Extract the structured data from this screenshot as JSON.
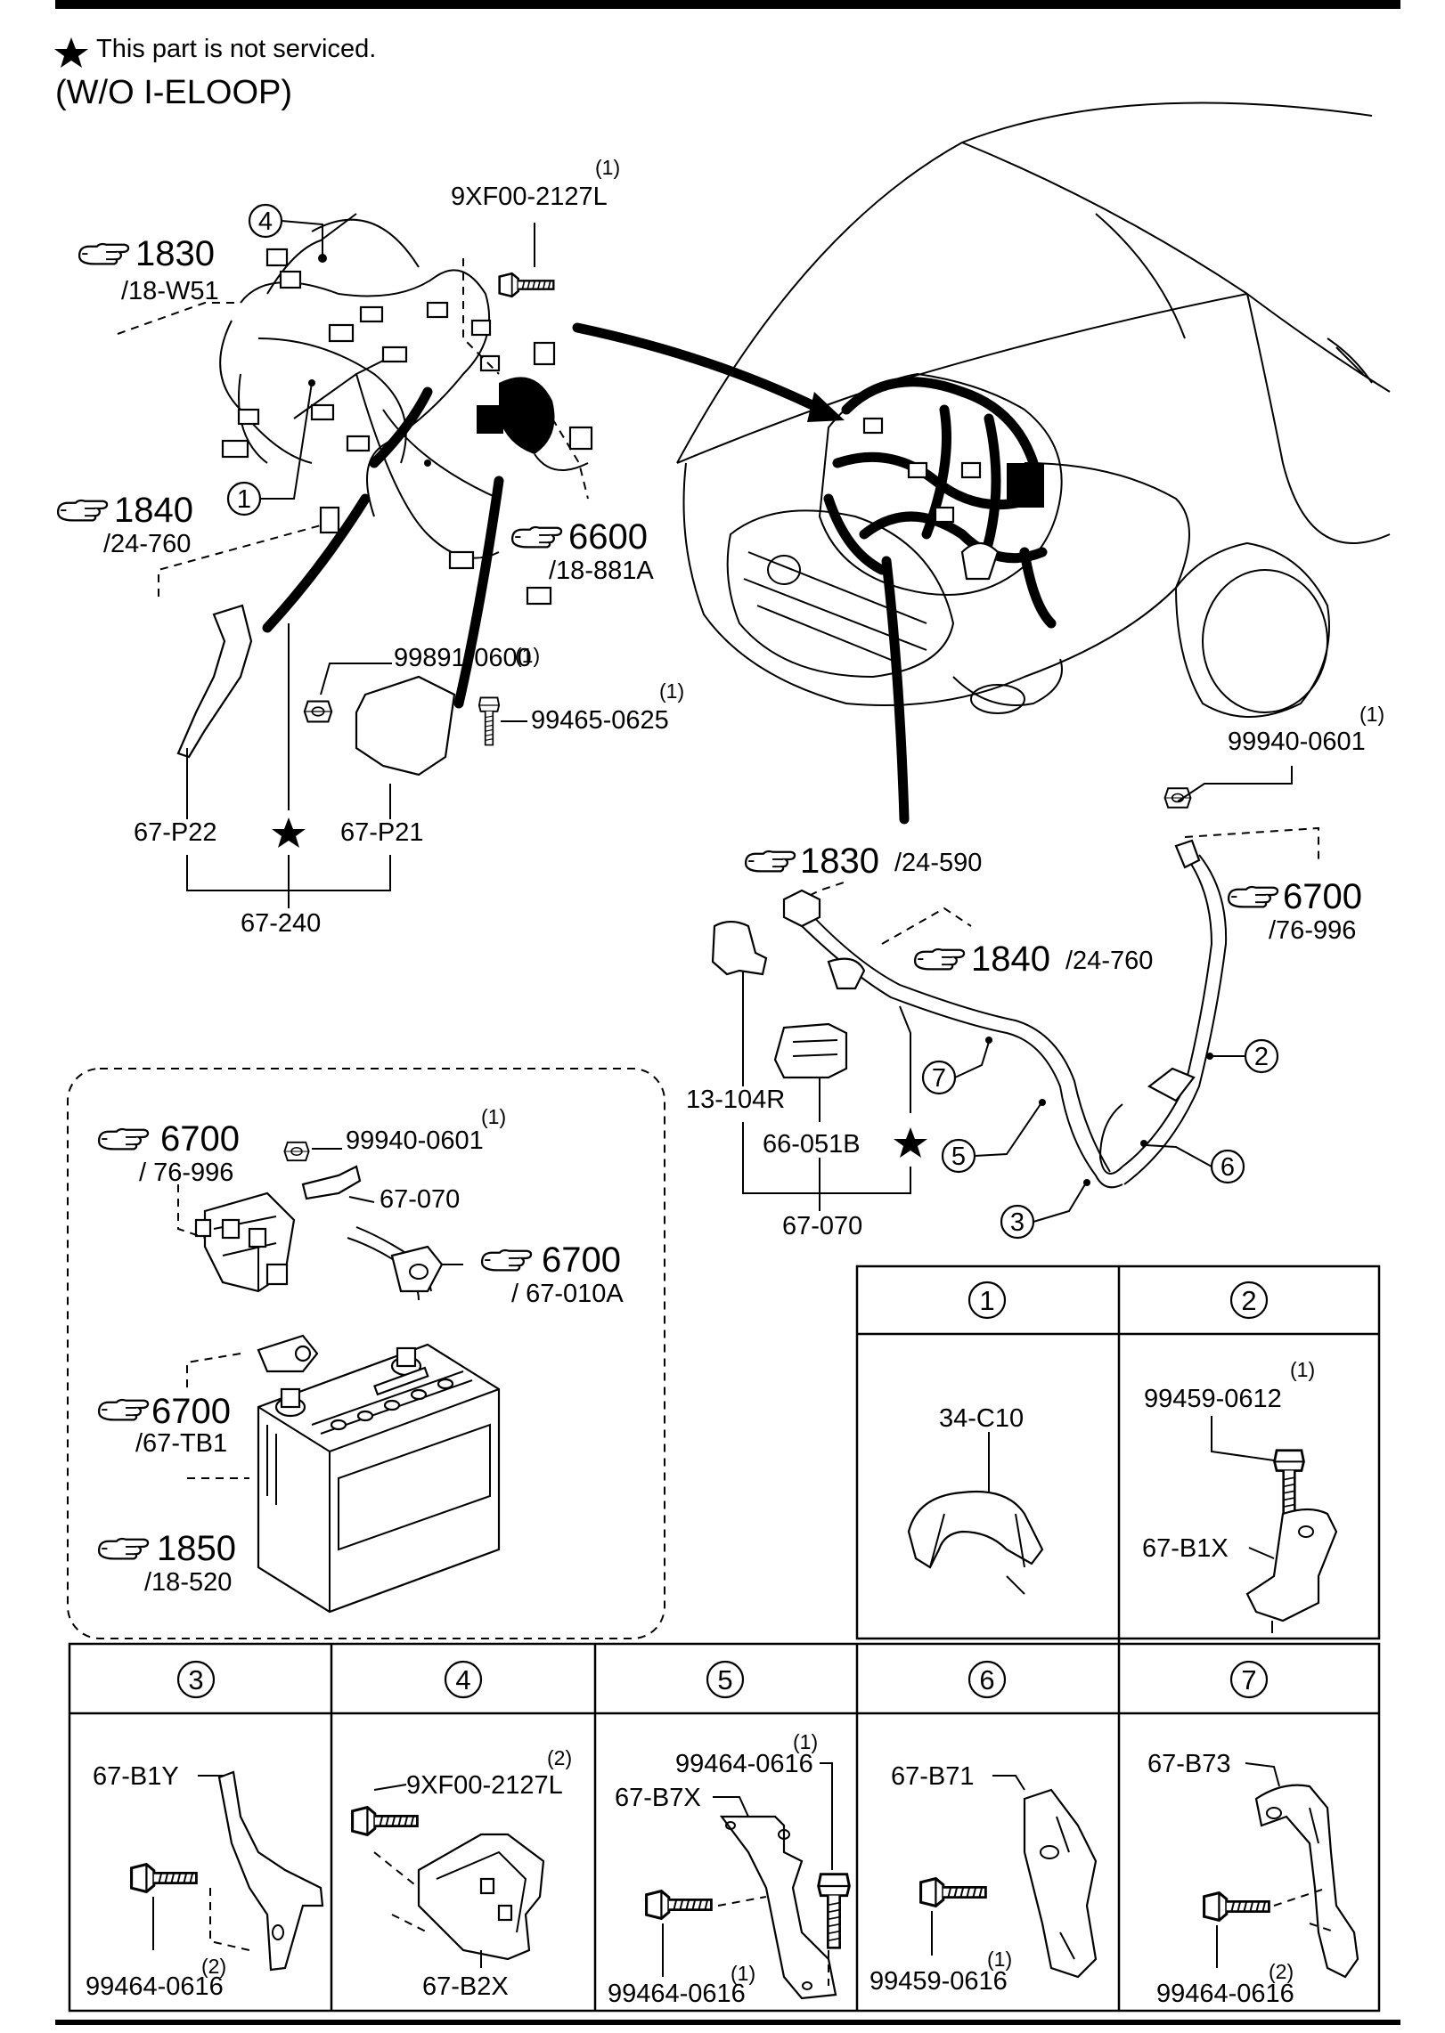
{
  "header": {
    "note": "This part is not serviced.",
    "variant": "(W/O I-ELOOP)"
  },
  "top_refs": {
    "ref_1830_a": {
      "num": "1830",
      "sub": "/18-W51"
    },
    "ref_1840_a": {
      "num": "1840",
      "sub": "/24-760"
    },
    "ref_6600": {
      "num": "6600",
      "sub": "/18-881A"
    },
    "bolt_top": {
      "qty": "(1)",
      "part": "9XF00-2127L"
    },
    "nut_99891": {
      "qty": "(1)",
      "part": "99891-0600"
    },
    "bolt_99465": {
      "qty": "(1)",
      "part": "99465-0625"
    },
    "p22": "67-P22",
    "p21": "67-P21",
    "p240": "67-240",
    "circle_4": "4",
    "circle_1": "1"
  },
  "right_refs": {
    "nut_99940": {
      "qty": "(1)",
      "part": "99940-0601"
    },
    "ref_1830_b": {
      "num": "1830",
      "sub": "/24-590"
    },
    "ref_6700_a": {
      "num": "6700",
      "sub": "/76-996"
    },
    "ref_1840_b": {
      "num": "1840",
      "sub": "/24-760"
    },
    "p13": "13-104R",
    "p66": "66-051B",
    "p070": "67-070",
    "circles": [
      "7",
      "2",
      "5",
      "6",
      "3"
    ]
  },
  "battery_box": {
    "ref_6700_b": {
      "num": "6700",
      "sub": "/ 76-996"
    },
    "nut": {
      "qty": "(1)",
      "part": "99940-0601"
    },
    "p070": "67-070",
    "ref_6700_c": {
      "num": "6700",
      "sub": "/ 67-010A"
    },
    "ref_6700_d": {
      "num": "6700",
      "sub": "/67-TB1"
    },
    "ref_1850": {
      "num": "1850",
      "sub": "/18-520"
    }
  },
  "detail_table": {
    "cells": [
      {
        "no": "1",
        "parts": [
          "34-C10"
        ]
      },
      {
        "no": "2",
        "qty": "(1)",
        "parts": [
          "99459-0612",
          "67-B1X"
        ]
      },
      {
        "no": "3",
        "qty": "(2)",
        "parts": [
          "67-B1Y",
          "99464-0616"
        ]
      },
      {
        "no": "4",
        "qty": "(2)",
        "parts": [
          "9XF00-2127L",
          "67-B2X"
        ]
      },
      {
        "no": "5",
        "qty": [
          "(1)",
          "(1)"
        ],
        "parts": [
          "99464-0616",
          "67-B7X",
          "99464-0616"
        ]
      },
      {
        "no": "6",
        "qty": "(1)",
        "parts": [
          "67-B71",
          "99459-0616"
        ]
      },
      {
        "no": "7",
        "qty": "(2)",
        "parts": [
          "67-B73",
          "99464-0616"
        ]
      }
    ]
  }
}
